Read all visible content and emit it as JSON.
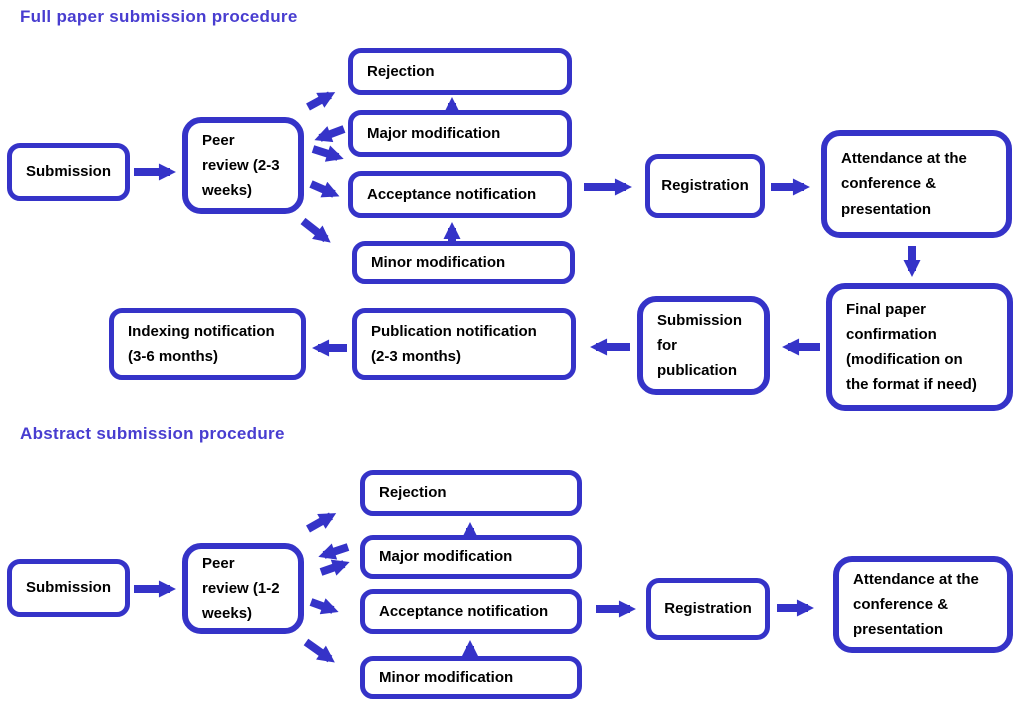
{
  "colors": {
    "accent": "#3533c8",
    "title_color": "#483dd0",
    "box_background": "#ffffff",
    "box_text": "#000000"
  },
  "sections": [
    {
      "title": "Full paper submission procedure",
      "nodes": {
        "submission": "Submission",
        "peer_review": "Peer\nreview (2-3\nweeks)",
        "rejection": "Rejection",
        "major_modification": "Major modification",
        "acceptance_notification": "Acceptance notification",
        "minor_modification": "Minor modification",
        "registration": "Registration",
        "attendance": "Attendance at the\nconference &\npresentation",
        "final_confirmation": "Final paper\nconfirmation\n(modification on\nthe format if need)",
        "submission_for_publication": "Submission\nfor\npublication",
        "publication_notification": "Publication notification\n(2-3 months)",
        "indexing_notification": "Indexing notification\n(3-6 months)"
      }
    },
    {
      "title": "Abstract submission procedure",
      "nodes": {
        "submission": "Submission",
        "peer_review": "Peer\nreview (1-2\nweeks)",
        "rejection": "Rejection",
        "major_modification": "Major modification",
        "acceptance_notification": "Acceptance notification",
        "minor_modification": "Minor modification",
        "registration": "Registration",
        "attendance": "Attendance at the\nconference &\npresentation"
      }
    }
  ]
}
